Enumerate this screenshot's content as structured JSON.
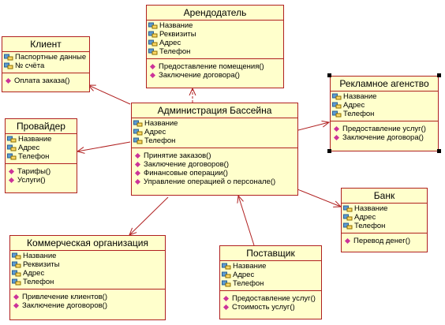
{
  "classes": {
    "landlord": {
      "name": "Арендодатель",
      "attributes": [
        "Название",
        "Реквизиты",
        "Адрес",
        "Телефон"
      ],
      "operations": [
        "Предоставление помещения()",
        "Заключение договора()"
      ]
    },
    "client": {
      "name": "Клиент",
      "attributes": [
        "Паспортные данные",
        "№ счёта"
      ],
      "operations": [
        "Оплата заказа()"
      ]
    },
    "agency": {
      "name": "Рекламное агенство",
      "attributes": [
        "Название",
        "Адрес",
        "Телефон"
      ],
      "operations": [
        "Предоставление услуг()",
        "Заключение договора()"
      ]
    },
    "pool": {
      "name": "Администрация Бассейна",
      "attributes": [
        "Название",
        "Адрес",
        "Телефон"
      ],
      "operations": [
        "Принятие заказов()",
        "Заключение договоров()",
        "Финансовые операции()",
        "Управление операцией о персонале()"
      ]
    },
    "provider": {
      "name": "Провайдер",
      "attributes": [
        "Название",
        "Адрес",
        "Телефон"
      ],
      "operations": [
        "Тарифы()",
        "Услуги()"
      ]
    },
    "bank": {
      "name": "Банк",
      "attributes": [
        "Название",
        "Адрес",
        "Телефон"
      ],
      "operations": [
        "Перевод денег()"
      ]
    },
    "commercial": {
      "name": "Коммерческая организация",
      "attributes": [
        "Название",
        "Реквизиты",
        "Адрес",
        "Телефон"
      ],
      "operations": [
        "Привлечение клиентов()",
        "Заключение договоров()"
      ]
    },
    "supplier": {
      "name": "Поставщик",
      "attributes": [
        "Название",
        "Адрес",
        "Телефон"
      ],
      "operations": [
        "Предоставление услуг()",
        "Стоимость услуг()"
      ]
    }
  },
  "colors": {
    "box_fill": "#ffffcc",
    "box_border": "#b02020",
    "link": "#b02020",
    "operation_icon": "#cc3399"
  }
}
